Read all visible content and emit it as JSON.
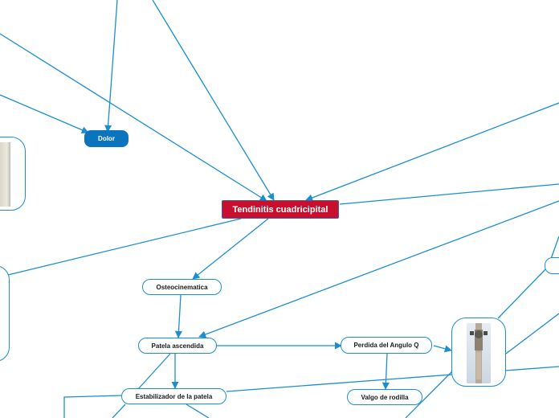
{
  "title": "Tendinitis cuadricipital",
  "colors": {
    "connector": "#1b8ed2",
    "central_fill": "#c8102e",
    "central_border": "#4a5a9a",
    "topic_fill": "#0a75bd",
    "node_border": "#1b8ed2"
  },
  "nodes": {
    "dolor": "Dolor",
    "osteocinematica": "Osteocinematica",
    "patela_ascendida": "Patela ascendida",
    "perdida_angulo_q": "Perdida del Angulo Q",
    "valgo_rodilla": "Valgo de rodilla",
    "estabilizador_patela": "Estabilizador de la patela"
  },
  "images": {
    "left_top": "photo",
    "left_bottom": "photo",
    "knee": "knee-image"
  }
}
